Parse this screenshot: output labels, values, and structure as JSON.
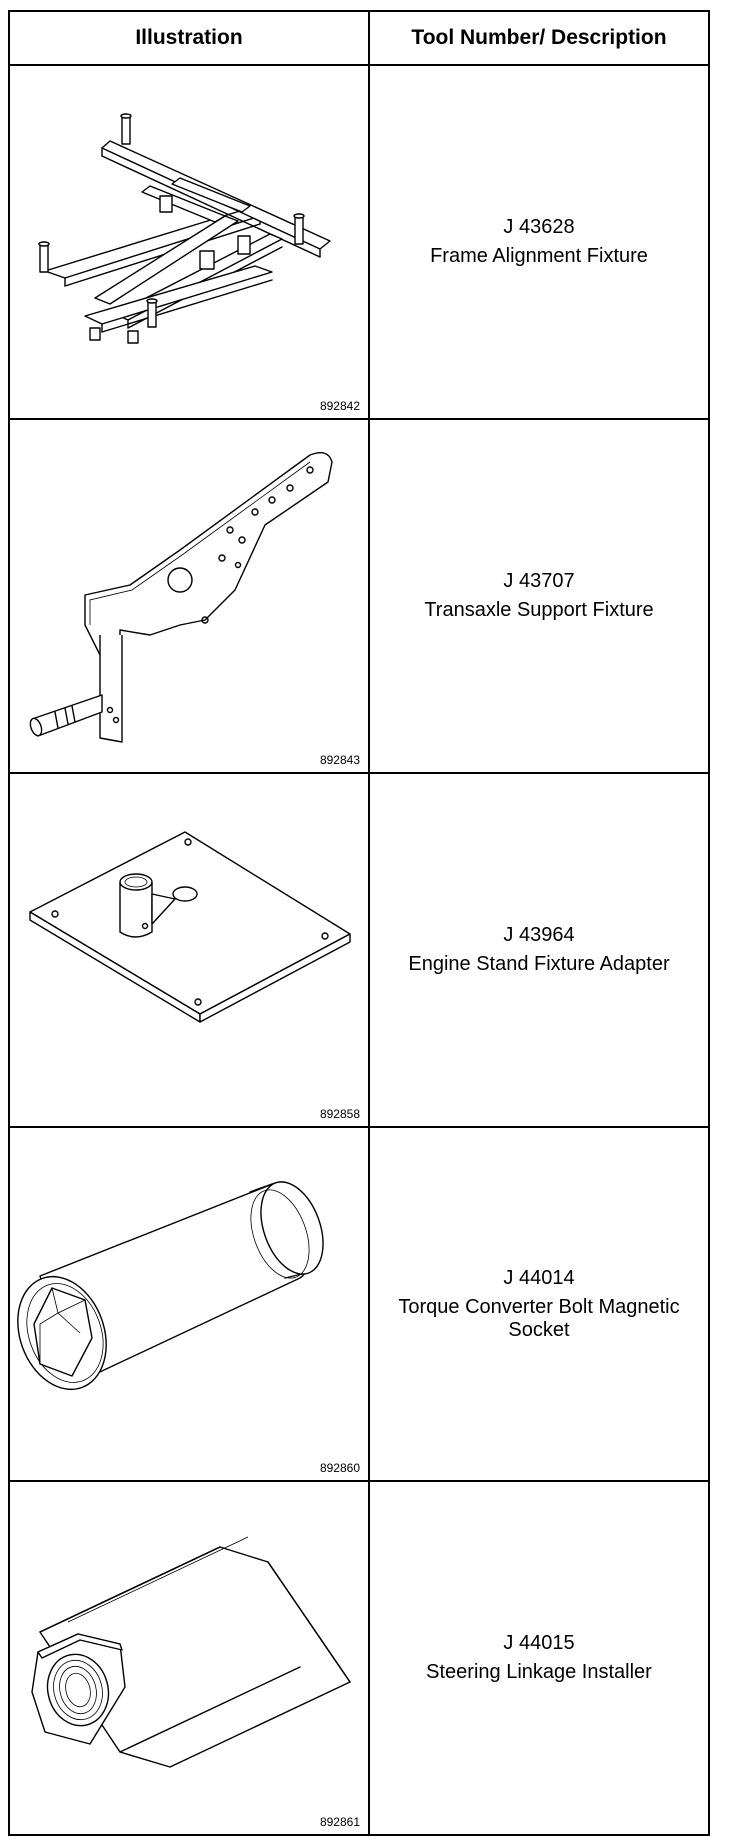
{
  "table": {
    "headers": {
      "illustration": "Illustration",
      "description": "Tool Number/ Description"
    },
    "rows": [
      {
        "figure_code": "892842",
        "tool_number": "J 43628",
        "description": "Frame Alignment Fixture",
        "icon": "frame-alignment-fixture-icon"
      },
      {
        "figure_code": "892843",
        "tool_number": "J 43707",
        "description": "Transaxle Support Fixture",
        "icon": "transaxle-support-fixture-icon"
      },
      {
        "figure_code": "892858",
        "tool_number": "J 43964",
        "description": "Engine Stand Fixture Adapter",
        "icon": "engine-stand-adapter-icon"
      },
      {
        "figure_code": "892860",
        "tool_number": "J 44014",
        "description": "Torque Converter Bolt Magnetic Socket",
        "icon": "magnetic-socket-icon"
      },
      {
        "figure_code": "892861",
        "tool_number": "J 44015",
        "description": "Steering Linkage Installer",
        "icon": "hex-installer-icon"
      }
    ]
  }
}
